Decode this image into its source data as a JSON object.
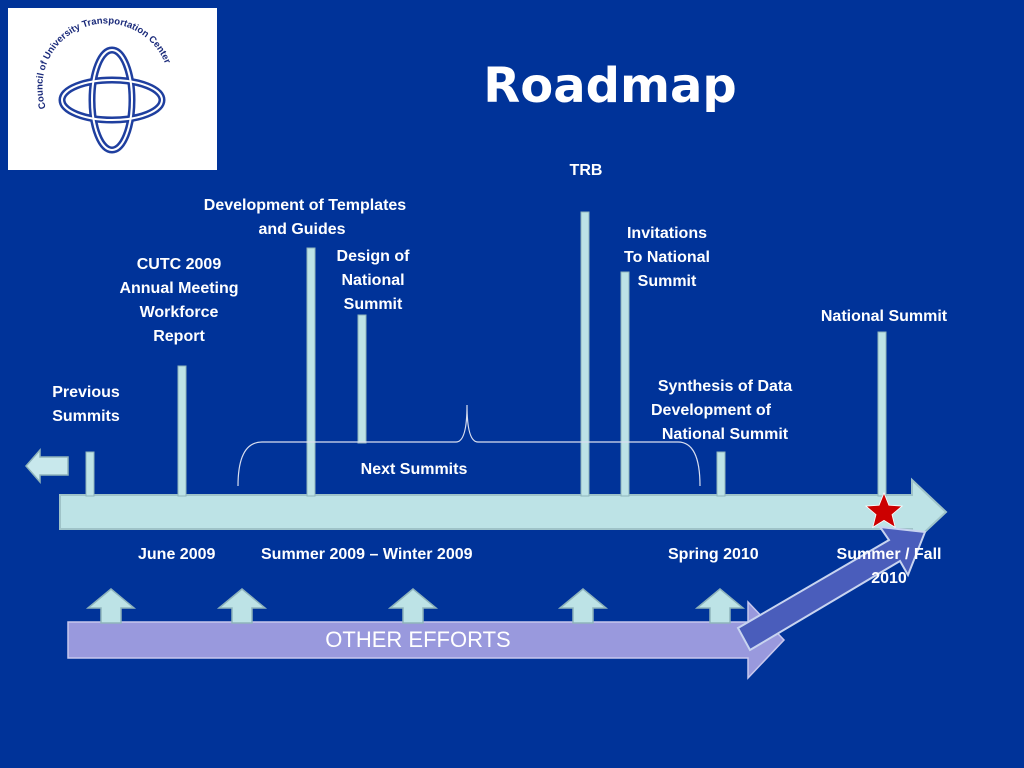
{
  "slide": {
    "title": "Roadmap"
  },
  "logo": {
    "text": "Council of University Transportation Centers"
  },
  "milestones": {
    "previous": "Previous Summits",
    "cutc_1": "CUTC 2009",
    "cutc_2": "Annual Meeting",
    "cutc_3": "Workforce",
    "cutc_4": "Report",
    "templates_1": "Development of Templates",
    "templates_2": "and Guides",
    "design_1": "Design of",
    "design_2": "National",
    "design_3": "Summit",
    "trb": "TRB",
    "invitations_1": "Invitations",
    "invitations_2": "To National",
    "invitations_3": "Summit",
    "synthesis_1": "Synthesis of Data",
    "synthesis_2": "Development of",
    "synthesis_3": "National Summit",
    "national_summit": "National Summit",
    "next_summits": "Next Summits"
  },
  "dates": {
    "june": "June 2009",
    "summer_winter": "Summer 2009 – Winter 2009",
    "spring": "Spring 2010",
    "summer_fall_1": "Summer / Fall",
    "summer_fall_2": "2010"
  },
  "other_efforts": "OTHER EFFORTS",
  "colors": {
    "background": "#003399",
    "timeline": "#bde3e6",
    "other_efforts": "#9999dd",
    "star": "#cc0000"
  }
}
